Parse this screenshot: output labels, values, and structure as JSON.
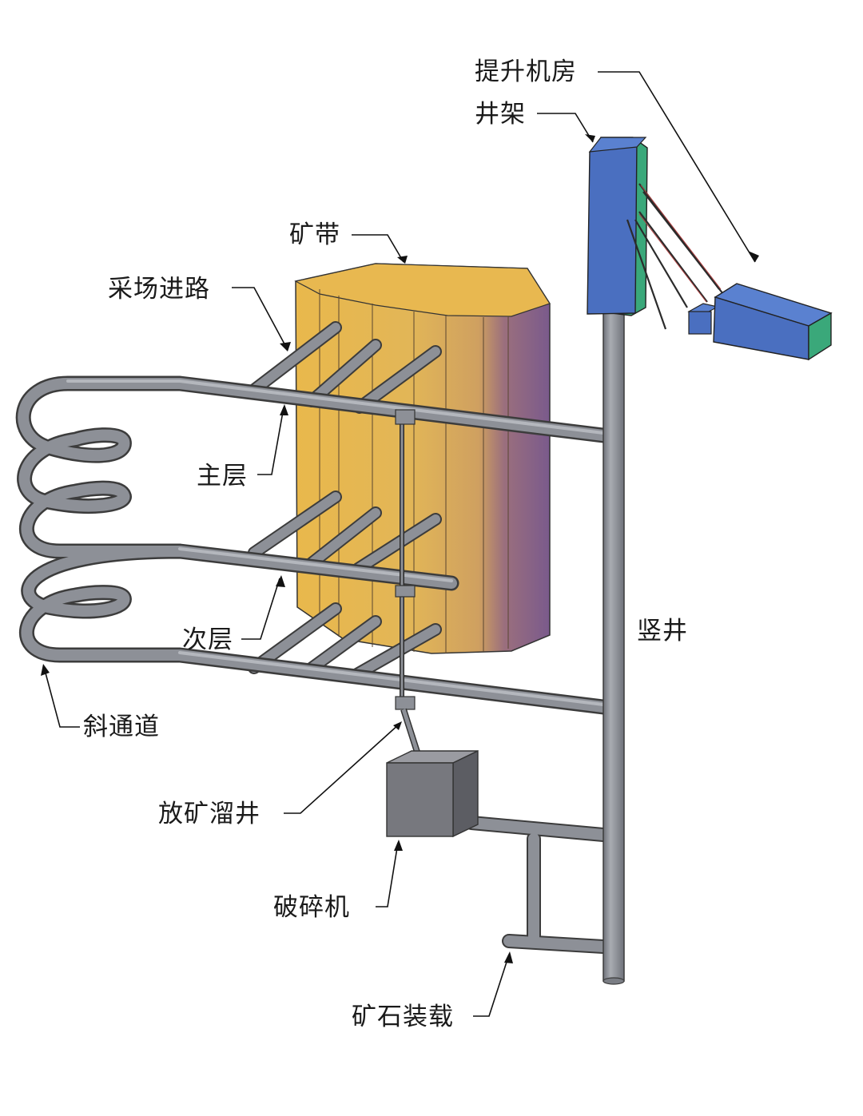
{
  "labels": {
    "hoist_house": "提升机房",
    "headframe": "井架",
    "ore_body": "矿带",
    "stope_access": "采场进路",
    "main_level": "主层",
    "sub_level": "次层",
    "ramp": "斜通道",
    "shaft": "竖井",
    "ore_pass": "放矿溜井",
    "crusher": "破碎机",
    "ore_loading": "矿石装载"
  },
  "colors": {
    "ore_front": "#e9b84c",
    "ore_side": "#7c5b8f",
    "ore_top": "#e8b850",
    "tunnel": "#8d9097",
    "tunnel_outline": "#3c3c3c",
    "headframe": "#4a6fc0",
    "hoist_green": "#3aa87a",
    "crusher": "#7a7a80"
  }
}
